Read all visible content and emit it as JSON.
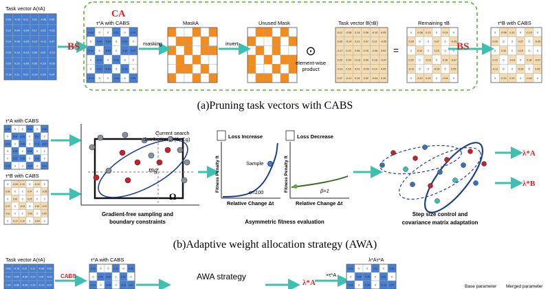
{
  "section_a": {
    "caption": "(a)Pruning task vectors with CABS",
    "ca_label": "CA",
    "bs_left": "BS",
    "bs_right": "BS",
    "task_vector_a": "Task vector A(τA)",
    "tau_a_cabs": "τ*A with CABS",
    "mask_a": "MaskA",
    "unused_mask": "Unused Mask",
    "task_vector_b": "Task vector B(τB)",
    "remaining": "Remaining τB",
    "tau_b_cabs": "τ*B with CABS",
    "masking": "masking",
    "invert": "invert",
    "dot_symbol": "⊙",
    "elementwise": "element-wise",
    "product": "product",
    "equals": "="
  },
  "section_b": {
    "caption": "(b)Adaptive weight allocation strategy (AWA)",
    "tau_a_cabs": "τ*A with CABS",
    "tau_b_cabs": "τ*B with CABS",
    "current_search": "Current search",
    "distribution": "distribution 𝒩(0, Cg)",
    "mg": "mg",
    "omega": "Ω",
    "gf_line1": "Gradient-free sampling and",
    "gf_line2": "boundary constraints",
    "loss_increase": "Loss Increase",
    "loss_decrease": "Loss Decrease",
    "sample": "Sample",
    "alpha": "α=100",
    "beta": "β=1",
    "fitness_penalty": "Fitness Penalty ft",
    "relative_change": "Relative Change Δt",
    "asym": "Asymmetric fitness evaluation",
    "step_line1": "Step size control and",
    "step_line2": "covariance matrix adaptation",
    "lambda_a": "λ*A",
    "lambda_b": "λ*B"
  },
  "section_c": {
    "task_vector_a": "Task vector A(τA)",
    "tau_a_cabs": "τ*A with CABS",
    "cabs": "CABS",
    "awa_strategy": "AWA strategy",
    "lambda_a": "λ*A",
    "times_tau": "×τ*A",
    "lambda_tau": "λ*Aτ*A",
    "base_param": "Base parameter",
    "merged_param": "Merged parameter"
  },
  "colors": {
    "blue": "#4a7fcf",
    "orange": "#f28c1e",
    "tan": "#f5dcb2",
    "teal": "#3cc0b0",
    "red": "#e02020",
    "green_dash": "#5aaa3a",
    "navy": "#1e3f8a"
  },
  "grids": {
    "blue_values": [
      "0.03",
      "-0.15",
      "0.21",
      "0.11",
      "-0.08",
      "0.06",
      "0.12",
      "0.04",
      "-0.09",
      "0.17",
      "0.02",
      "-0.21",
      "0.14",
      "0.08",
      "-0.05",
      "0.19",
      "-0.11",
      "0.07",
      "0.25",
      "0.13",
      "-0.16",
      "0.09",
      "0.01",
      "-0.12",
      "0.10",
      "0.22",
      "-0.06",
      "0.05",
      "0.16",
      "-0.03",
      "-0.18",
      "0.11",
      "0.07",
      "-0.14",
      "0.20",
      "0.04"
    ],
    "tan_values": [
      "0.12",
      "-0.08",
      "0.13",
      "0.06",
      "-0.10",
      "0.05",
      "0.09",
      "-0.14",
      "0.21",
      "0.07",
      "0.11",
      "-0.05",
      "-0.17",
      "0.10",
      "0.08",
      "0.15",
      "-0.06",
      "0.03",
      "0.22",
      "0.04",
      "-0.13",
      "0.09",
      "0.18",
      "-0.07",
      "-0.11",
      "0.16",
      "0.01",
      "-0.09",
      "0.14",
      "0.05",
      "0.07",
      "-0.12",
      "0.19",
      "0.02",
      "-0.04",
      "0.10"
    ]
  }
}
